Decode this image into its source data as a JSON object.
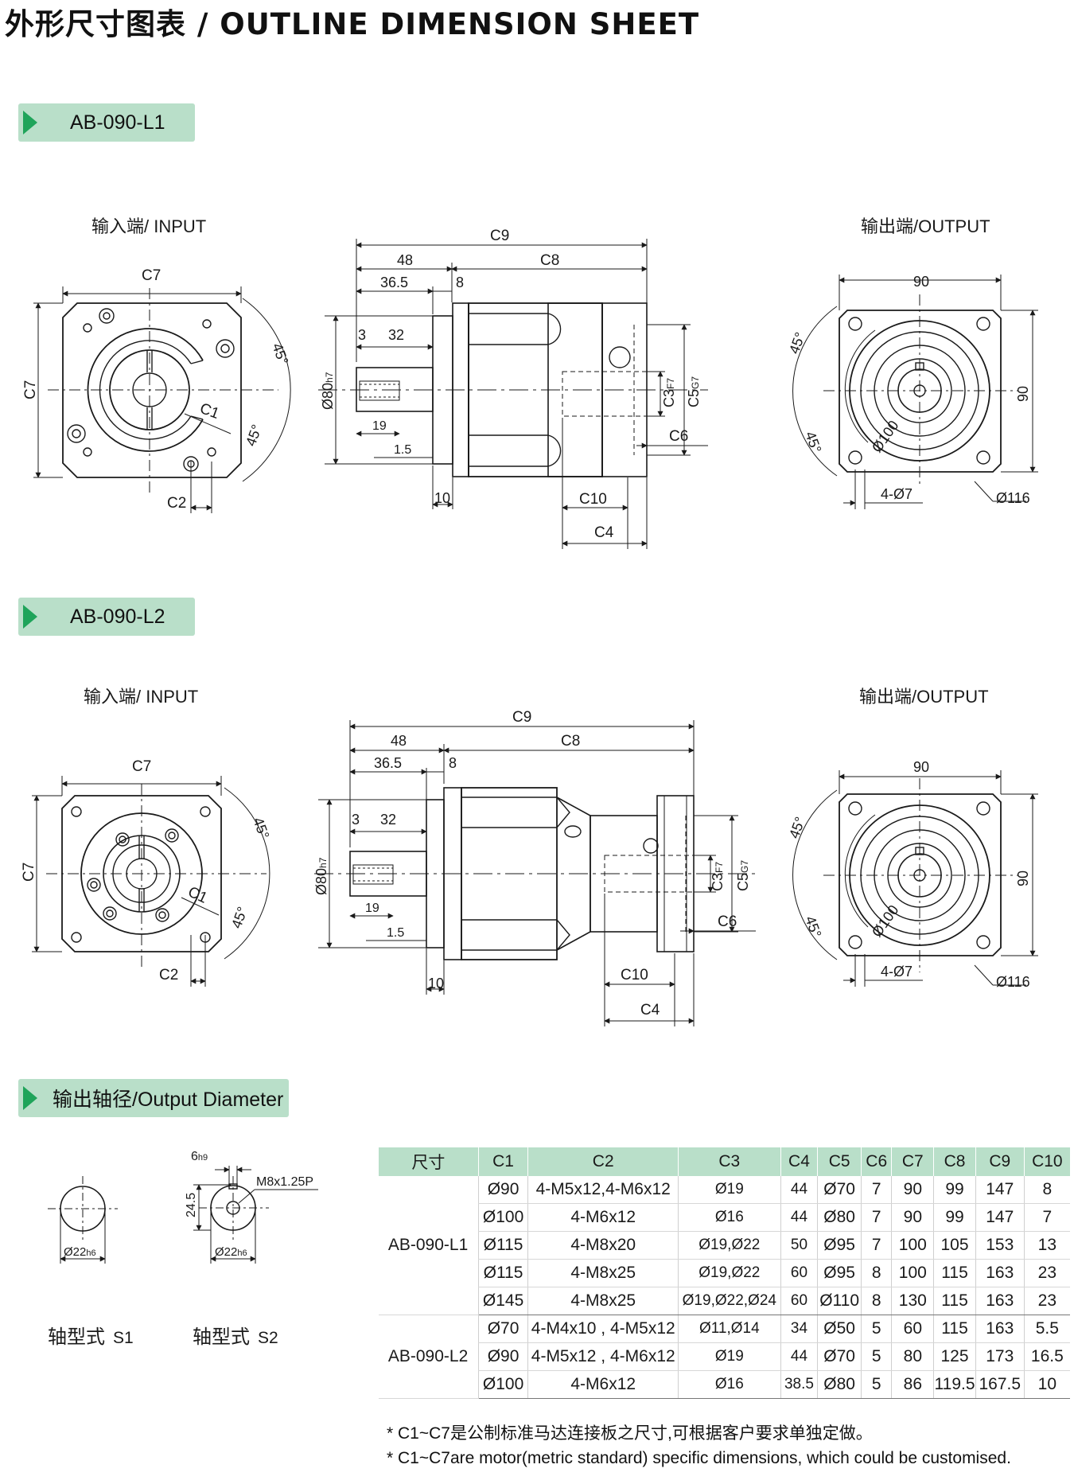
{
  "page": {
    "title": "外形尺寸图表 / OUTLINE DIMENSION SHEET"
  },
  "sections": {
    "l1": {
      "label": "AB-090-L1",
      "input_label": "输入端/ INPUT",
      "output_label": "输出端/OUTPUT"
    },
    "l2": {
      "label": "AB-090-L2",
      "input_label": "输入端/ INPUT",
      "output_label": "输出端/OUTPUT"
    },
    "shaft": {
      "label": "输出轴径/Output Diameter"
    }
  },
  "dims": {
    "c1": "C1",
    "c2": "C2",
    "c3": "C3",
    "c3f7": "F7",
    "c4": "C4",
    "c5": "C5",
    "c5g7": "G7",
    "c6": "C6",
    "c7": "C7",
    "c8": "C8",
    "c9": "C9",
    "c10": "C10",
    "d48": "48",
    "d36_5": "36.5",
    "d8": "8",
    "d3": "3",
    "d32": "32",
    "d19": "19",
    "d1_5": "1.5",
    "d10": "10",
    "d80": "Ø80",
    "h7": "h7",
    "d90": "90",
    "a45": "45°",
    "d100": "Ø100",
    "d4o7": "4-Ø7",
    "d116": "Ø116"
  },
  "shaft": {
    "s1_dia": "Ø22",
    "s1_tol": "h6",
    "s1_label": "轴型式",
    "s1_code": "S1",
    "s2_key": "6",
    "s2_key_tol": "h9",
    "s2_h": "24.5",
    "s2_thread": "M8x1.25P",
    "s2_dia": "Ø22",
    "s2_tol": "h6",
    "s2_label": "轴型式",
    "s2_code": "S2"
  },
  "table": {
    "headers": [
      "尺寸",
      "C1",
      "C2",
      "C3",
      "C4",
      "C5",
      "C6",
      "C7",
      "C8",
      "C9",
      "C10"
    ],
    "groups": [
      {
        "model": "AB-090-L1",
        "rows": [
          [
            "Ø90",
            "4-M5x12,4-M6x12",
            "Ø19",
            "44",
            "Ø70",
            "7",
            "90",
            "99",
            "147",
            "8"
          ],
          [
            "Ø100",
            "4-M6x12",
            "Ø16",
            "44",
            "Ø80",
            "7",
            "90",
            "99",
            "147",
            "7"
          ],
          [
            "Ø115",
            "4-M8x20",
            "Ø19,Ø22",
            "50",
            "Ø95",
            "7",
            "100",
            "105",
            "153",
            "13"
          ],
          [
            "Ø115",
            "4-M8x25",
            "Ø19,Ø22",
            "60",
            "Ø95",
            "8",
            "100",
            "115",
            "163",
            "23"
          ],
          [
            "Ø145",
            "4-M8x25",
            "Ø19,Ø22,Ø24",
            "60",
            "Ø110",
            "8",
            "130",
            "115",
            "163",
            "23"
          ]
        ]
      },
      {
        "model": "AB-090-L2",
        "rows": [
          [
            "Ø70",
            "4-M4x10 , 4-M5x12",
            "Ø11,Ø14",
            "34",
            "Ø50",
            "5",
            "60",
            "115",
            "163",
            "5.5"
          ],
          [
            "Ø90",
            "4-M5x12 , 4-M6x12",
            "Ø19",
            "44",
            "Ø70",
            "5",
            "80",
            "125",
            "173",
            "16.5"
          ],
          [
            "Ø100",
            "4-M6x12",
            "Ø16",
            "38.5",
            "Ø80",
            "5",
            "86",
            "119.5",
            "167.5",
            "10"
          ]
        ]
      }
    ]
  },
  "notes": {
    "cn": "* C1~C7是公制标准马达连接板之尺寸,可根据客户要求单独定做。",
    "en": "* C1~C7are motor(metric standard)  specific dimensions, which could be customised."
  },
  "colors": {
    "tag_bg": "#b9dfc9",
    "tag_arrow": "#1fa45a",
    "line": "#1a1a1a"
  }
}
